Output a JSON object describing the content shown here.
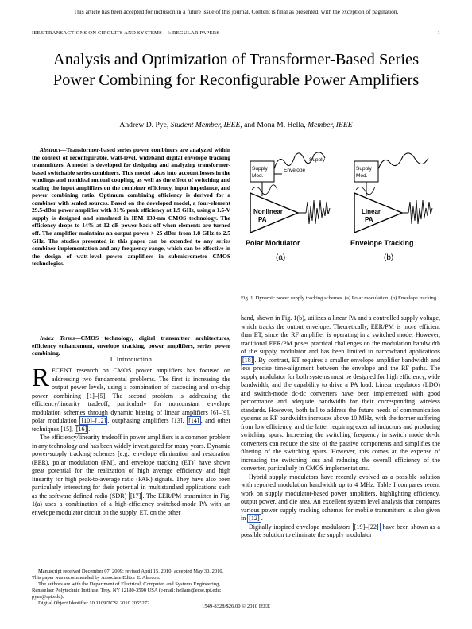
{
  "banner": "This article has been accepted for inclusion in a future issue of this journal. Content is final as presented, with the exception of pagination.",
  "running_head": "IEEE TRANSACTIONS ON CIRCUITS AND SYSTEMS—I: REGULAR PAPERS",
  "page_number": "1",
  "title": "Analysis and Optimization of Transformer-Based Series Power Combining for Reconfigurable Power Amplifiers",
  "authors": {
    "a1": "Andrew D. Pye,",
    "a1_role": "Student Member, IEEE,",
    "and": "and",
    "a2": "Mona M. Hella,",
    "a2_role": "Member, IEEE"
  },
  "abstract": {
    "label": "Abstract",
    "text": "—Transformer-based series power combiners are analyzed within the context of reconfigurable, watt-level, wideband digital envelope tracking transmitters. A model is developed for designing and analyzing transformer-based switchable series combiners. This model takes into account losses in the windings and nonideal mutual coupling, as well as the effect of switching and scaling the input amplifiers on the combiner efficiency, input impedance, and power combining ratio. Optimum combining efficiency is derived for a combiner with scaled sources. Based on the developed model, a four-element 29.5-dBm power amplifier with 31% peak efficiency at 1.9 GHz, using a 1.5-V supply is designed and simulated in IBM 130-nm CMOS technology. The efficiency drops to 14% at 12 dB power back-off when elements are turned off. The amplifier maintains an output power > 25 dBm from 1.8 GHz to 2.5 GHz. The studies presented in this paper can be extended to any series combiner implementation and any frequency range, which can be effective in the design of watt-level power amplifiers in submicrometer CMOS technologies."
  },
  "index_terms": {
    "label": "Index Terms",
    "text": "—CMOS technology, digital transmitter architectures, efficiency enhancement, envelope tracking, power amplifiers, series power combining."
  },
  "section1": {
    "heading": "I. Introduction"
  },
  "intro": {
    "dropcap": "R",
    "p1a": "ECENT research on CMOS power amplifiers has focused on addressing two fundamental problems. The first is increasing the output power levels, using a combination of cascoding and on-chip power combining [1]–[5]. The second problem is addressing the efficiency/linearity tradeoff, particularly for nonconstant envelope modulation schemes through dynamic biasing of linear amplifiers [6]–[9], polar modulation ",
    "ref1": "[10]–[12]",
    "p1b": ", outphasing amplifiers [13], ",
    "ref2": "[14]",
    "p1c": ", and other techniques [15], ",
    "ref3": "[16]",
    "p1d": ".",
    "p2a": "The efficiency/linearity tradeoff in power amplifiers is a common problem in any technology and has been widely investigated for many years. Dynamic power-supply tracking schemes [e.g., envelope elimination and restoration (EER), polar modulation (PM), and envelope tracking (ET)] have shown great potential for the realization of high average efficiency and high linearity for high peak-to-average ratio (PAR) signals. They have also been particularly interesting for their potential in multistandard applications such as the software defined radio (SDR) ",
    "ref4": "[17]",
    "p2b": ". The EER/PM transmitter in Fig. 1(a) uses a combination of a high-efficiency switched-mode PA with an envelope modulator circuit on the supply. ET, on the other"
  },
  "footnote": {
    "p1": "Manuscript received December 07, 2009; revised April 15, 2010; accepted May 30, 2010. This paper was recommended by Associate Editor E. Alarcon.",
    "p2": "The authors are with the Department of Electrical, Computer, and Systems Engineering, Rensselaer Polytechnic Institute, Troy, NY 12180-3590 USA (e-mail: hellam@ecse.rpi.edu; pyea@rpi.edu).",
    "p3": "Digital Object Identifier 10.1109/TCSI.2010.2055272"
  },
  "copyright": "1549-8328/$26.00 © 2010 IEEE",
  "figure": {
    "supply": "Supply",
    "envelope": "Envelope",
    "supply_mod_1": "Supply",
    "supply_mod_2": "Mod.",
    "pa_left_1": "Nonlinear",
    "pa_left_2": "PA",
    "pa_right_1": "Linear",
    "pa_right_2": "PA",
    "label_left": "Polar Modulator",
    "label_right": "Envelope Tracking",
    "tag_a": "(a)",
    "tag_b": "(b)"
  },
  "caption": "Fig. 1.   Dynamic power supply tracking schemes. (a) Polar modulation. (b) Envelope tracking.",
  "right_body": {
    "p1a": "hand, shown in Fig. 1(b), utilizes a linear PA and a controlled supply voltage, which tracks the output envelope. Theoretically, EER/PM is more efficient than ET, since the RF amplifier is operating in a switched mode. However, traditional EER/PM poses practical challenges on the modulation bandwidth of the supply modulator and has been limited to narrowband applications ",
    "ref5": "[18]",
    "p1b": ". By contrast, ET requires a smaller envelope amplifier bandwidth and less precise time-alignment between the envelope and the RF paths. The supply modulator for both systems must be designed for high efficiency, wide bandwidth, and the capability to drive a PA load. Linear regulators (LDO) and switch-mode dc-dc converters have been implemented with good performance and adequate bandwidth for their corresponding wireless standards. However, both fail to address the future needs of communication systems as RF bandwidth increases above 10 MHz, with the former suffering from low efficiency, and the latter requiring external inductors and producing switching spurs. Increasing the switching frequency in switch mode dc-dc converters can reduce the size of the passive components and simplifies the filtering of the switching spurs. However, this comes at the expense of increasing the switching loss and reducing the overall efficiency of the converter, particularly in CMOS implementations.",
    "p2a": "Hybrid supply modulators have recently evolved as a possible solution with reported modulation bandwidth up to 4 MHz. Table I compares recent work on supply modulator-based power amplifiers, highlighting efficiency, output power, and die area. An excellent system level analysis that compares various power supply tracking schemes for mobile transmitters is also given in ",
    "ref6": "[12]",
    "p2b": ".",
    "p3a": "Digitally inspired envelope modulators ",
    "ref7": "[19]–[22]",
    "p3b": " have been shown as a possible solution to eliminate the supply modulator"
  }
}
